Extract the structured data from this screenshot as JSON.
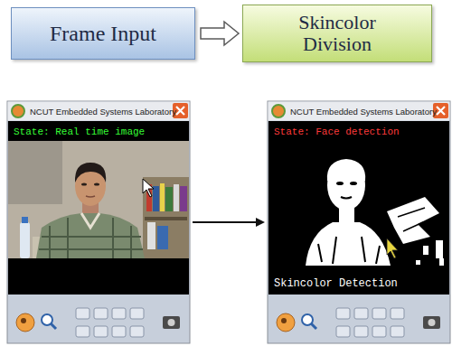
{
  "diagram": {
    "nodes": [
      {
        "text": [
          "Frame Input"
        ]
      },
      {
        "text": [
          "Skincolor Division"
        ]
      },
      {
        "text": [
          "NCUT Embedded Systems Laboratory",
          "State: Real time image"
        ]
      },
      {
        "text": [
          "NCUT Embedded Systems Laboratory",
          "State: Face detection",
          "Skincolor Detection"
        ]
      }
    ],
    "edges": [
      {
        "from": 0,
        "to": 1,
        "arrow": "to"
      },
      {
        "from": 2,
        "to": 3,
        "arrow": "to"
      }
    ]
  }
}
